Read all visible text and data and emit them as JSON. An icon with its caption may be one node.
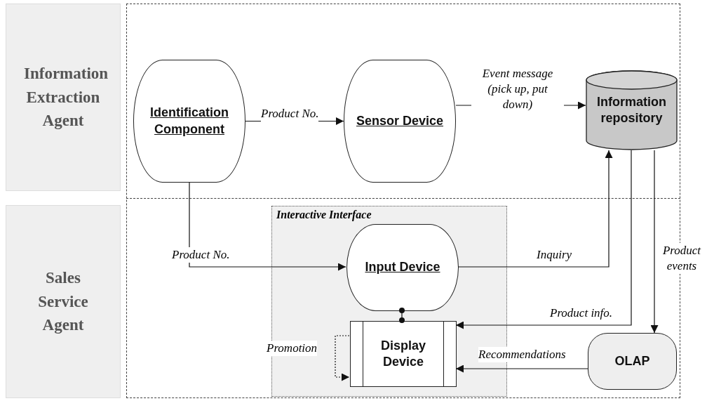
{
  "diagram": {
    "nodes": [
      {
        "text": [
          "Information Extraction Agent"
        ]
      },
      {
        "text": [
          "Identification Component"
        ]
      },
      {
        "text": [
          "Sensor Device"
        ]
      },
      {
        "text": [
          "Information repository"
        ]
      },
      {
        "text": [
          "Sales Service Agent"
        ]
      },
      {
        "text": [
          "Interactive Interface"
        ]
      },
      {
        "text": [
          "Input Device"
        ],
        "in": 5
      },
      {
        "text": [
          "Display Device"
        ],
        "in": 5
      },
      {
        "text": [
          "OLAP"
        ]
      }
    ],
    "edges": [
      {
        "from": 1,
        "to": 2,
        "arrow": "to",
        "label": "Product No."
      },
      {
        "from": 2,
        "to": 3,
        "arrow": "to",
        "label": "Event message (pick up, put down)"
      },
      {
        "from": 1,
        "to": 6,
        "arrow": "to",
        "label": "Product No."
      },
      {
        "from": 6,
        "to": 3,
        "arrow": "to",
        "label": "Inquiry"
      },
      {
        "from": 3,
        "to": 7,
        "arrow": "to",
        "label": "Product info."
      },
      {
        "from": 3,
        "to": 8,
        "arrow": "to",
        "label": "Product events"
      },
      {
        "from": 8,
        "to": 7,
        "arrow": "to",
        "label": "Recommendations"
      },
      {
        "from": 7,
        "to": 7,
        "arrow": "to",
        "label": "Promotion",
        "style": "dashed"
      },
      {
        "from": 6,
        "to": 7,
        "arrow": "other"
      }
    ]
  }
}
